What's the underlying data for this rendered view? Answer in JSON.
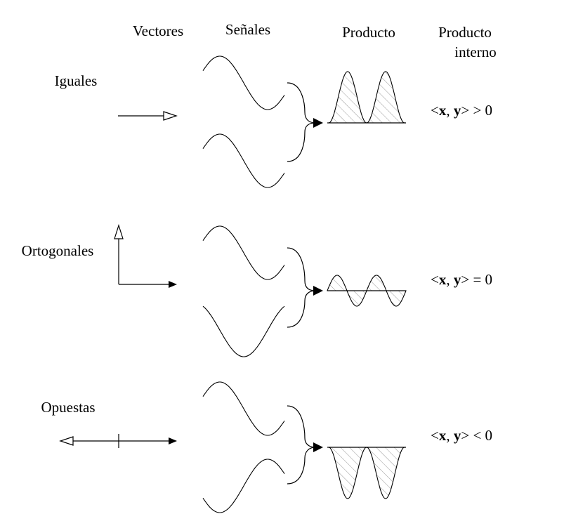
{
  "headers": {
    "vectors": "Vectores",
    "signals": "Señales",
    "product": "Producto",
    "inner_product_l1": "Producto",
    "inner_product_l2": "interno"
  },
  "rows": [
    {
      "label": "Iguales",
      "result_prefix": "<",
      "result_x": "x",
      "result_sep": ", ",
      "result_y": "y",
      "result_suffix": ">",
      "result_op": " > 0"
    },
    {
      "label": "Ortogonales",
      "result_prefix": "<",
      "result_x": "x",
      "result_sep": ", ",
      "result_y": "y",
      "result_suffix": ">",
      "result_op": " = 0"
    },
    {
      "label": "Opuestas",
      "result_prefix": "<",
      "result_x": "x",
      "result_sep": ", ",
      "result_y": "y",
      "result_suffix": ">",
      "result_op": " < 0"
    }
  ]
}
